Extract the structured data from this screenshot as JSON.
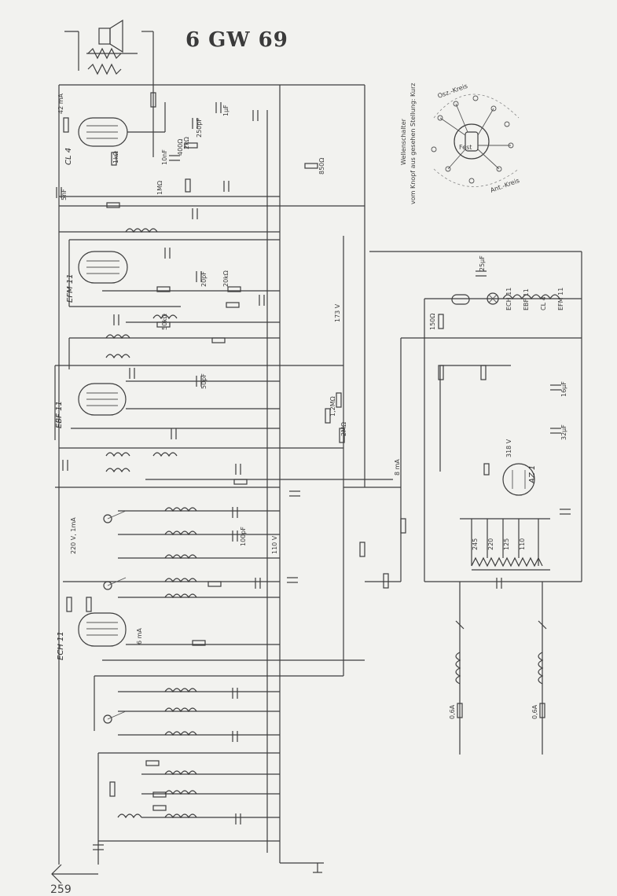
{
  "title": "6 GW 69",
  "page_number": "259",
  "tubes": {
    "cl4": "CL 4",
    "efm11": "EFM 11",
    "ebf11": "EBF 11",
    "ech11": "ECH 11",
    "az1": "AZ 1"
  },
  "switch_note": {
    "line1": "Wellenschalter",
    "line2": "vom Knopf aus gesehen Stellung: Kurz"
  },
  "switch_labels": [
    "Osz.-Kreis",
    "Ant.-Kreis",
    "Fest"
  ],
  "heater_chain": [
    "ECH 11",
    "EBF 11",
    "CL 4",
    "EFM 11"
  ],
  "voltages": {
    "v_173": "173 V",
    "v_110": "110 V",
    "v_220": "220 V, 1mA",
    "v_8ma": "8 mA",
    "v_6ma": "6 mA",
    "v_318": "318 V",
    "v_42ma": "42 mA"
  },
  "resistor_labels": [
    "1kΩ",
    "400Ω",
    "2kΩ",
    "20kΩ",
    "50kΩ",
    "1MΩ",
    "850Ω",
    "2MΩ",
    "1,2MΩ",
    "150Ω"
  ],
  "capacitor_labels": [
    "10nF",
    "5nF",
    "250pF",
    "50pF",
    "100pF",
    "20pF",
    "1µF",
    "25µF",
    "16µF",
    "32µF"
  ],
  "transformer_taps": [
    "245",
    "220",
    "125",
    "110"
  ],
  "mains": {
    "fuse1": "0,6A",
    "fuse2": "0,6A"
  }
}
